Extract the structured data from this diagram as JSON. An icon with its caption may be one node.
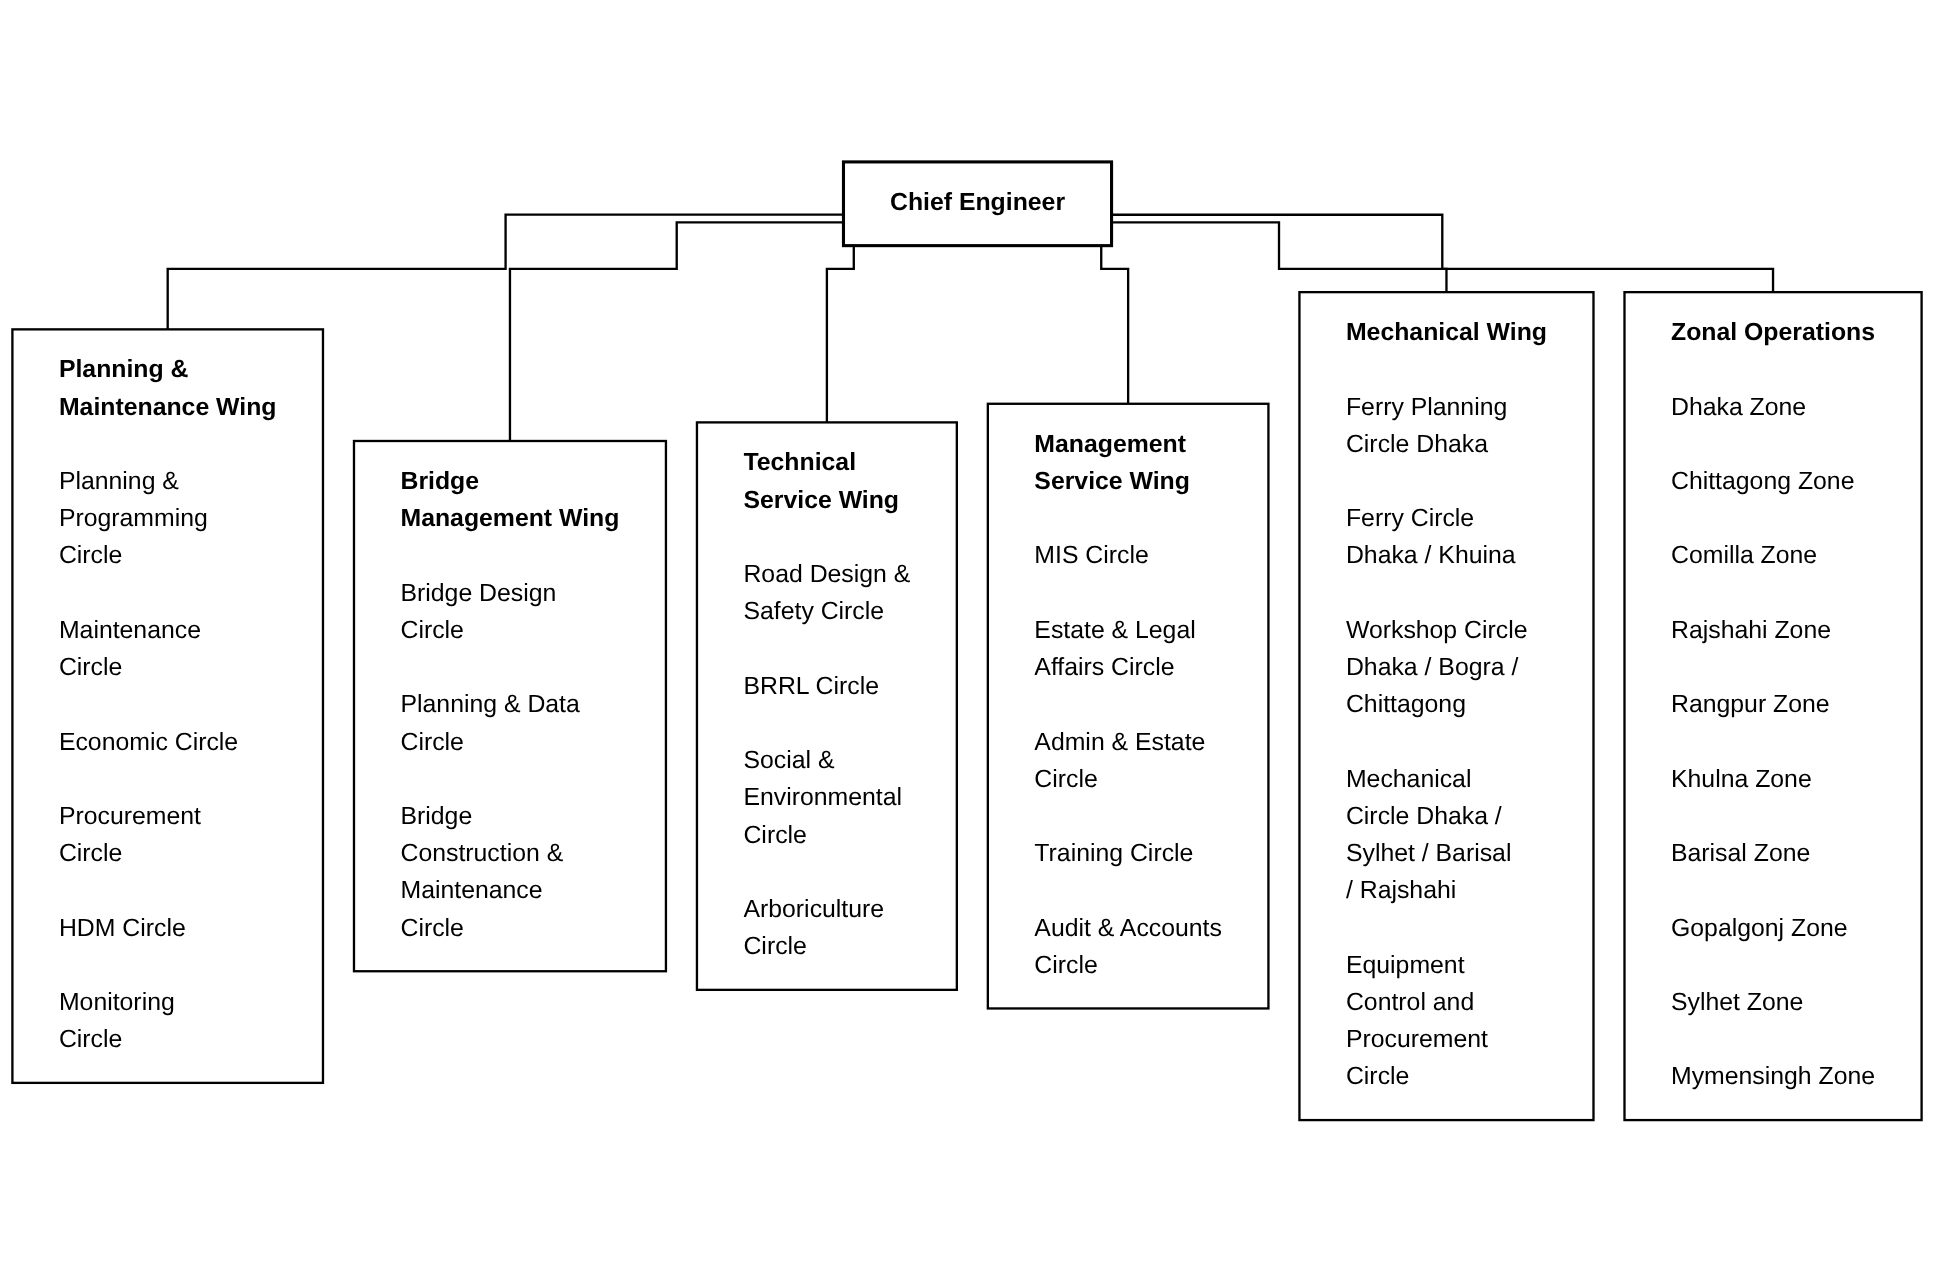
{
  "diagram": {
    "nodes": [
      {
        "text": [
          "Chief Engineer"
        ]
      },
      {
        "text": [
          "Planning & Maintenance Wing",
          "Planning & Programming Circle",
          "Maintenance Circle",
          "Economic Circle",
          "Procurement Circle",
          "HDM Circle",
          "Monitoring Circle"
        ]
      },
      {
        "text": [
          "Bridge Management Wing",
          "Bridge Design Circle",
          "Planning & Data Circle",
          "Bridge Construction & Maintenance Circle"
        ]
      },
      {
        "text": [
          "Technical Service Wing",
          "Road Design & Safety Circle",
          "BRRL Circle",
          "Social & Environmental Circle",
          "Arboriculture Circle"
        ]
      },
      {
        "text": [
          "Management Service Wing",
          "MIS Circle",
          "Estate & Legal Affairs Circle",
          "Admin & Estate Circle",
          "Training Circle",
          "Audit & Accounts Circle"
        ]
      },
      {
        "text": [
          "Mechanical Wing",
          "Ferry Planning Circle Dhaka",
          "Ferry Circle Dhaka / Khuina",
          "Workshop Circle Dhaka / Bogra / Chittagong",
          "Mechanical Circle Dhaka / Sylhet / Barisal / Rajshahi",
          "Equipment Control and Procurement Circle"
        ]
      },
      {
        "text": [
          "Zonal Operations",
          "Dhaka Zone",
          "Chittagong Zone",
          "Comilla Zone",
          "Rajshahi Zone",
          "Rangpur Zone",
          "Khulna Zone",
          "Barisal Zone",
          "Gopalgonj Zone",
          "Sylhet Zone",
          "Mymensingh Zone"
        ]
      }
    ],
    "edges": [
      {
        "from": 0,
        "to": 1,
        "arrow": "none"
      },
      {
        "from": 0,
        "to": 2,
        "arrow": "none"
      },
      {
        "from": 0,
        "to": 3,
        "arrow": "none"
      },
      {
        "from": 0,
        "to": 4,
        "arrow": "none"
      },
      {
        "from": 0,
        "to": 5,
        "arrow": "none"
      },
      {
        "from": 0,
        "to": 6,
        "arrow": "none"
      }
    ]
  }
}
